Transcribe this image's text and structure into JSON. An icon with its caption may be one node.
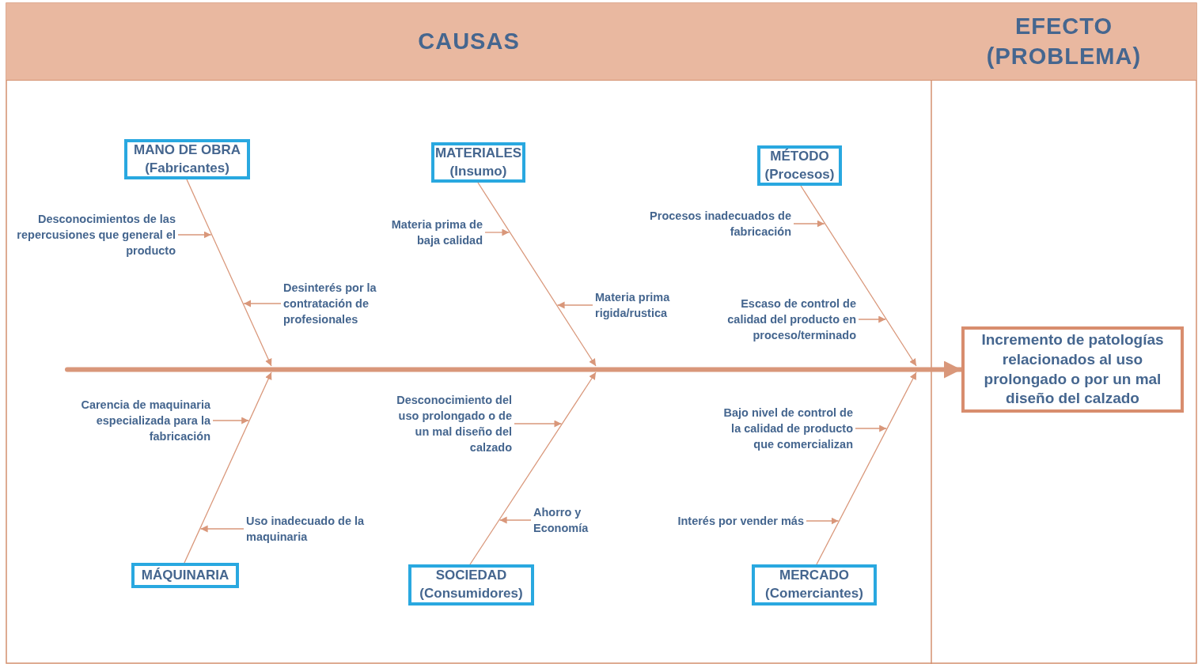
{
  "diagram": {
    "nodes": [
      {
        "text": [
          "CAUSAS"
        ]
      },
      {
        "text": [
          "EFECTO (PROBLEMA)"
        ]
      },
      {
        "text": [
          "MANO DE OBRA",
          "(Fabricantes)"
        ]
      },
      {
        "text": [
          "MATERIALES",
          "(Insumo)"
        ]
      },
      {
        "text": [
          "MÉTODO",
          "(Procesos)"
        ]
      },
      {
        "text": [
          "MÁQUINARIA"
        ]
      },
      {
        "text": [
          "SOCIEDAD",
          "(Consumidores)"
        ]
      },
      {
        "text": [
          "MERCADO",
          "(Comerciantes)"
        ]
      },
      {
        "text": [
          "Incremento de patologías relacionados al uso prolongado o por un mal diseño del calzado"
        ]
      },
      {
        "text": [
          "Desconocimientos de las repercusiones que general el producto"
        ]
      },
      {
        "text": [
          "Desinterés por la contratación de profesionales"
        ]
      },
      {
        "text": [
          "Materia prima de baja calidad"
        ]
      },
      {
        "text": [
          "Materia prima rigida/rustica"
        ]
      },
      {
        "text": [
          "Procesos inadecuados de fabricación"
        ]
      },
      {
        "text": [
          "Escaso de control de calidad del producto en proceso/terminado"
        ]
      },
      {
        "text": [
          "Carencia de maquinaria especializada para la fabricación"
        ]
      },
      {
        "text": [
          "Uso inadecuado de la maquinaria"
        ]
      },
      {
        "text": [
          "Desconocimiento del uso prolongado o de un mal diseño del calzado"
        ]
      },
      {
        "text": [
          "Ahorro y Economía"
        ]
      },
      {
        "text": [
          "Bajo nivel de control de la calidad de producto que comercializan"
        ]
      },
      {
        "text": [
          "Interés por vender más"
        ]
      }
    ],
    "edges": [
      {
        "from": null,
        "to": 8,
        "arrow": "to",
        "style": "thick"
      },
      {
        "from": 2,
        "to": null,
        "arrow": "to"
      },
      {
        "from": 3,
        "to": null,
        "arrow": "to"
      },
      {
        "from": 4,
        "to": null,
        "arrow": "to"
      },
      {
        "from": 5,
        "to": null,
        "arrow": "to"
      },
      {
        "from": 6,
        "to": null,
        "arrow": "to"
      },
      {
        "from": 7,
        "to": null,
        "arrow": "to"
      },
      {
        "from": 9,
        "to": null,
        "arrow": "to"
      },
      {
        "from": 10,
        "to": null,
        "arrow": "to"
      },
      {
        "from": 11,
        "to": null,
        "arrow": "to"
      },
      {
        "from": 12,
        "to": null,
        "arrow": "to"
      },
      {
        "from": 13,
        "to": null,
        "arrow": "to"
      },
      {
        "from": 14,
        "to": null,
        "arrow": "to"
      },
      {
        "from": 15,
        "to": null,
        "arrow": "to"
      },
      {
        "from": 16,
        "to": null,
        "arrow": "to"
      },
      {
        "from": 17,
        "to": null,
        "arrow": "to"
      },
      {
        "from": 18,
        "to": null,
        "arrow": "to"
      },
      {
        "from": 19,
        "to": null,
        "arrow": "to"
      },
      {
        "from": 20,
        "to": null,
        "arrow": "to"
      }
    ]
  }
}
